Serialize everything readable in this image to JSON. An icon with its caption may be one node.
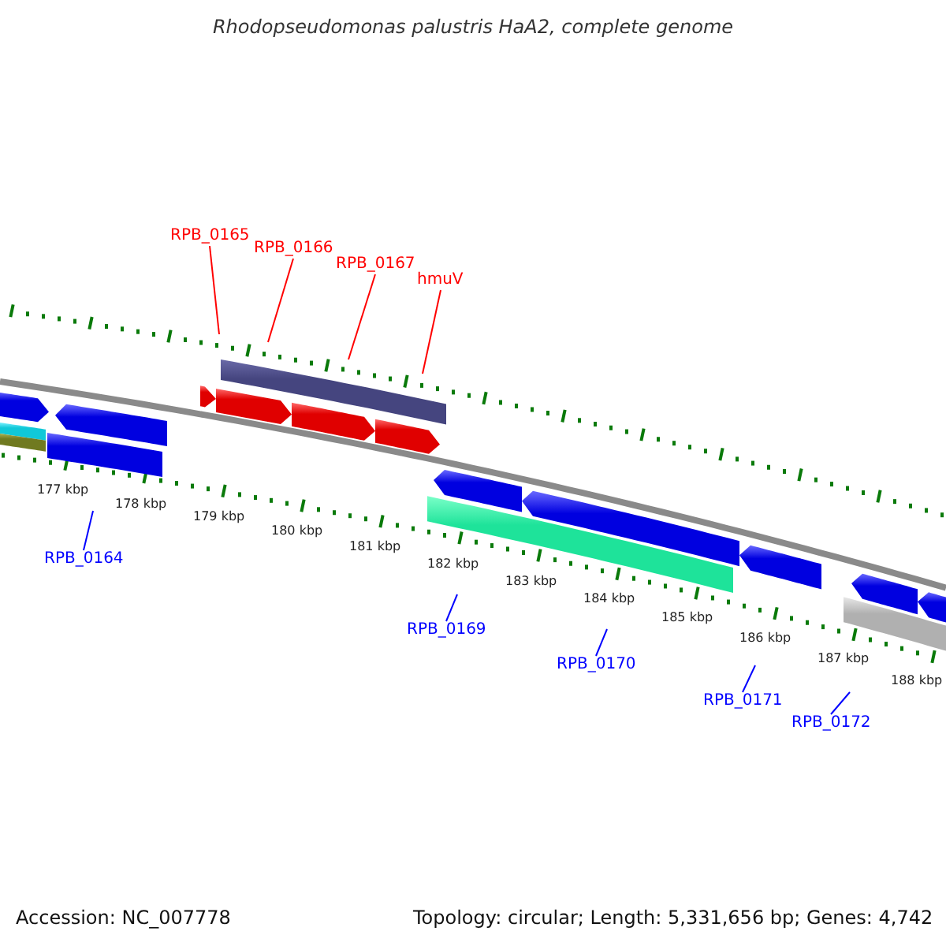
{
  "diagram": {
    "title": "Rhodopseudomonas palustris HaA2, complete genome",
    "nodes": [
      {
        "text": [
          "RPB_0165"
        ]
      },
      {
        "text": [
          "RPB_0166"
        ]
      },
      {
        "text": [
          "RPB_0167"
        ]
      },
      {
        "text": [
          "hmuV"
        ]
      },
      {
        "text": [
          "RPB_0164"
        ]
      },
      {
        "text": [
          "RPB_0169"
        ]
      },
      {
        "text": [
          "RPB_0170"
        ]
      },
      {
        "text": [
          "RPB_0171"
        ]
      },
      {
        "text": [
          "RPB_0172"
        ]
      }
    ],
    "edges": [
      {
        "from": 0,
        "to": null,
        "arrow": "none",
        "color": "#ff0000"
      },
      {
        "from": 1,
        "to": null,
        "arrow": "none",
        "color": "#ff0000"
      },
      {
        "from": 2,
        "to": null,
        "arrow": "none",
        "color": "#ff0000"
      },
      {
        "from": 3,
        "to": null,
        "arrow": "none",
        "color": "#ff0000"
      },
      {
        "from": 4,
        "to": null,
        "arrow": "none"
      },
      {
        "from": 5,
        "to": null,
        "arrow": "none"
      },
      {
        "from": 6,
        "to": null,
        "arrow": "none"
      },
      {
        "from": 7,
        "to": null,
        "arrow": "none"
      },
      {
        "from": 8,
        "to": null,
        "arrow": "none"
      }
    ],
    "labels": [
      "177 kbp",
      "178 kbp",
      "179 kbp",
      "180 kbp",
      "181 kbp",
      "182 kbp",
      "183 kbp",
      "184 kbp",
      "185 kbp",
      "186 kbp",
      "187 kbp",
      "188 kbp",
      "Accession: NC_007778",
      "Topology: circular; Length: 5,331,656 bp; Genes: 4,742"
    ]
  }
}
